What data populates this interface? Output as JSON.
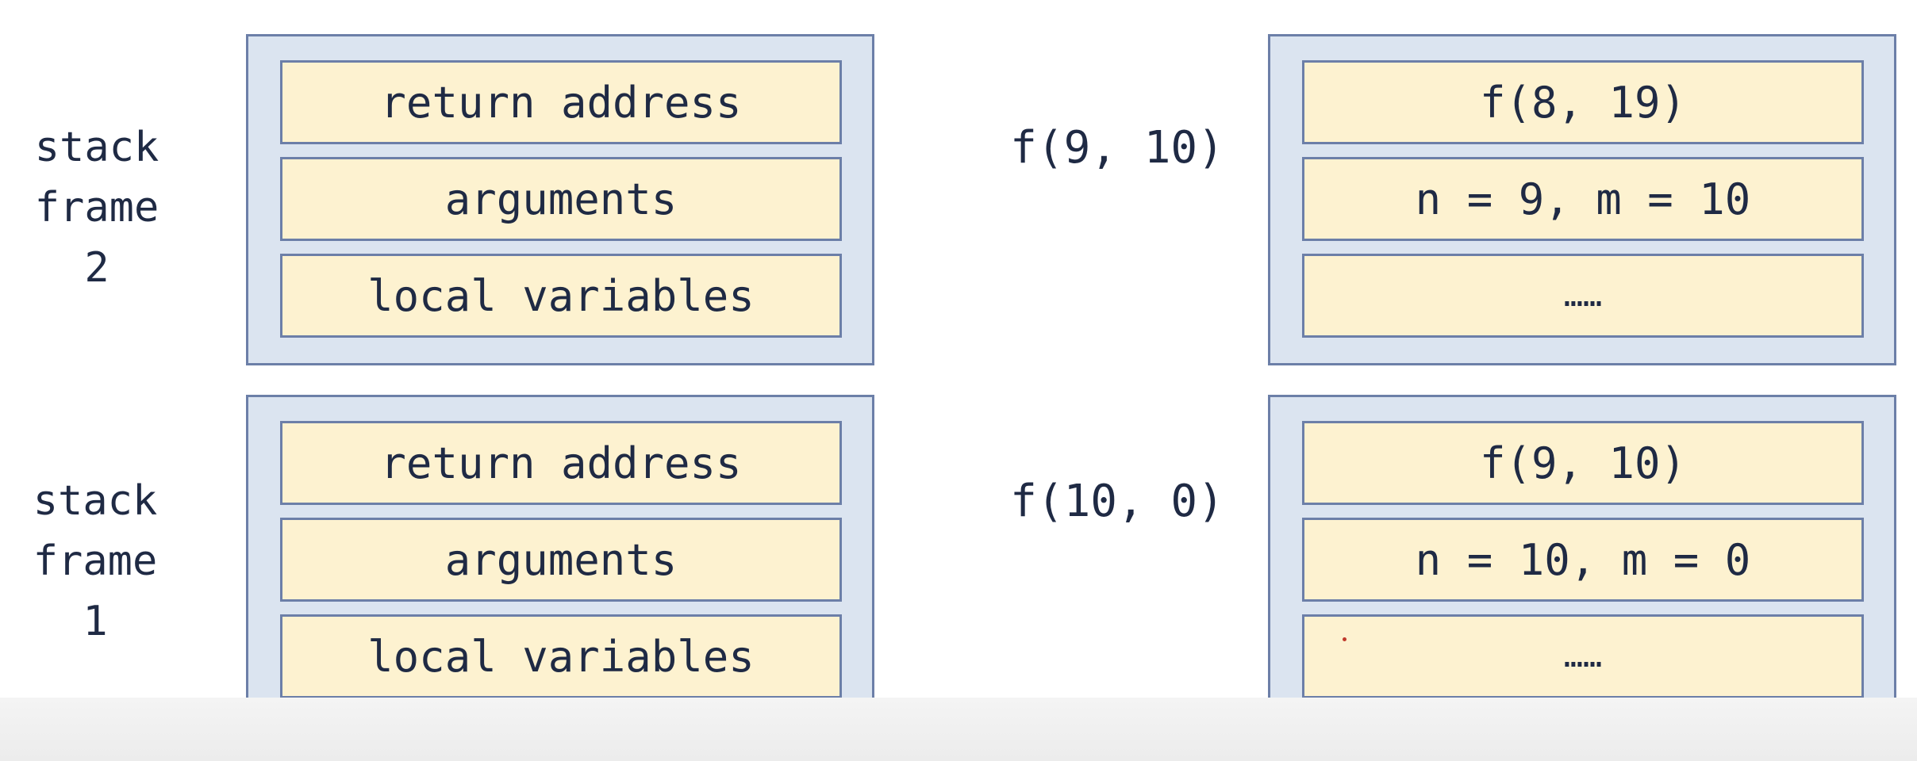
{
  "left": {
    "frame2": {
      "label_lines": [
        "stack",
        "frame",
        "2"
      ],
      "cells": [
        "return address",
        "arguments",
        "local variables"
      ]
    },
    "frame1": {
      "label_lines": [
        "stack",
        "frame",
        "1"
      ],
      "cells": [
        "return address",
        "arguments",
        "local variables"
      ]
    }
  },
  "right": {
    "frame2": {
      "call": "f(9, 10)",
      "cells": [
        "f(8, 19)",
        "n = 9, m = 10",
        "……"
      ]
    },
    "frame1": {
      "call": "f(10, 0)",
      "cells": [
        "f(9, 10)",
        "n = 10, m = 0",
        "……"
      ]
    }
  },
  "colors": {
    "frame_fill": "#dbe4f0",
    "frame_border": "#6c7fa8",
    "cell_fill": "#fdf2d0",
    "text": "#1f2a44"
  }
}
